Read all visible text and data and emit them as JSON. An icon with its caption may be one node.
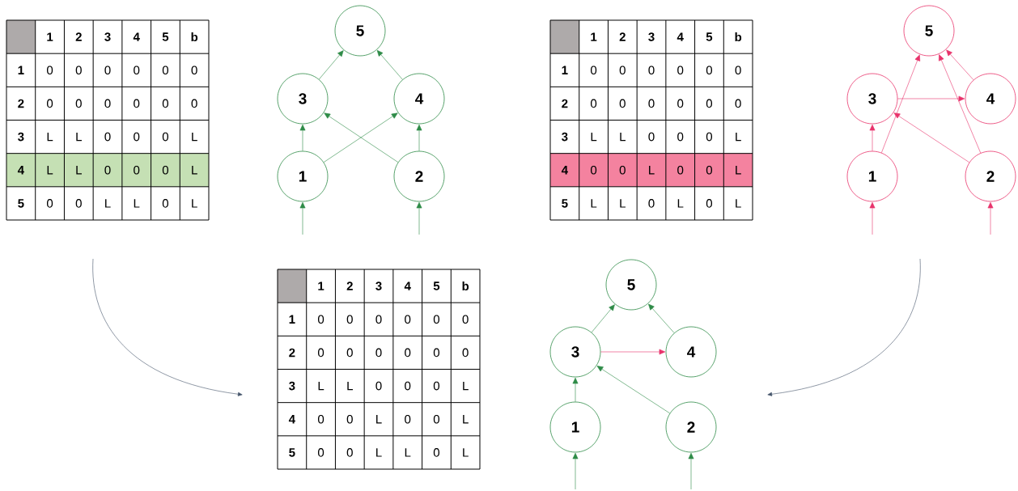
{
  "diagram": {
    "nodes": [
      {
        "text": [
          "1"
        ]
      },
      {
        "text": [
          "2"
        ]
      },
      {
        "text": [
          "3"
        ]
      },
      {
        "text": [
          "4"
        ]
      },
      {
        "text": [
          "5"
        ]
      },
      {
        "text": [
          "1"
        ]
      },
      {
        "text": [
          "2"
        ]
      },
      {
        "text": [
          "3"
        ]
      },
      {
        "text": [
          "4"
        ]
      },
      {
        "text": [
          "5"
        ]
      },
      {
        "text": [
          "1"
        ]
      },
      {
        "text": [
          "2"
        ]
      },
      {
        "text": [
          "3"
        ]
      },
      {
        "text": [
          "4"
        ]
      },
      {
        "text": [
          "5"
        ]
      }
    ],
    "edges": [
      {
        "from": null,
        "to": 0,
        "arrow": "to"
      },
      {
        "from": null,
        "to": 1,
        "arrow": "to"
      },
      {
        "from": 0,
        "to": 2,
        "arrow": "to"
      },
      {
        "from": 0,
        "to": 3,
        "arrow": "to"
      },
      {
        "from": 1,
        "to": 2,
        "arrow": "to"
      },
      {
        "from": 1,
        "to": 3,
        "arrow": "to"
      },
      {
        "from": 2,
        "to": 4,
        "arrow": "to"
      },
      {
        "from": 3,
        "to": 4,
        "arrow": "to"
      },
      {
        "from": null,
        "to": 5,
        "arrow": "to",
        "color": "#e8336b"
      },
      {
        "from": null,
        "to": 6,
        "arrow": "to",
        "color": "#e8336b"
      },
      {
        "from": 5,
        "to": 7,
        "arrow": "to",
        "color": "#e8336b"
      },
      {
        "from": 5,
        "to": 9,
        "arrow": "to",
        "color": "#e8336b"
      },
      {
        "from": 6,
        "to": 7,
        "arrow": "to",
        "color": "#e8336b"
      },
      {
        "from": 6,
        "to": 9,
        "arrow": "to",
        "color": "#e8336b"
      },
      {
        "from": 7,
        "to": 8,
        "arrow": "to",
        "color": "#e8336b"
      },
      {
        "from": 8,
        "to": 9,
        "arrow": "to",
        "color": "#e8336b"
      },
      {
        "from": null,
        "to": 10,
        "arrow": "to"
      },
      {
        "from": null,
        "to": 11,
        "arrow": "to"
      },
      {
        "from": 10,
        "to": 12,
        "arrow": "to"
      },
      {
        "from": 11,
        "to": 12,
        "arrow": "to"
      },
      {
        "from": 12,
        "to": 13,
        "arrow": "to",
        "color": "#e8336b"
      },
      {
        "from": 12,
        "to": 14,
        "arrow": "to"
      },
      {
        "from": 13,
        "to": 14,
        "arrow": "to"
      }
    ],
    "labels": [
      "1",
      "2",
      "3",
      "4",
      "5",
      "b",
      "1",
      "0",
      "0",
      "0",
      "0",
      "0",
      "0",
      "2",
      "0",
      "0",
      "0",
      "0",
      "0",
      "0",
      "3",
      "L",
      "L",
      "0",
      "0",
      "0",
      "L",
      "4",
      "L",
      "L",
      "0",
      "0",
      "0",
      "L",
      "5",
      "0",
      "0",
      "L",
      "L",
      "0",
      "L",
      "1",
      "2",
      "3",
      "4",
      "5",
      "b",
      "1",
      "0",
      "0",
      "0",
      "0",
      "0",
      "0",
      "2",
      "0",
      "0",
      "0",
      "0",
      "0",
      "0",
      "3",
      "L",
      "L",
      "0",
      "0",
      "0",
      "L",
      "4",
      "0",
      "0",
      "L",
      "0",
      "0",
      "L",
      "5",
      "L",
      "L",
      "0",
      "L",
      "0",
      "L",
      "1",
      "2",
      "3",
      "4",
      "5",
      "b",
      "1",
      "0",
      "0",
      "0",
      "0",
      "0",
      "0",
      "2",
      "0",
      "0",
      "0",
      "0",
      "0",
      "0",
      "3",
      "L",
      "L",
      "0",
      "0",
      "0",
      "L",
      "4",
      "0",
      "0",
      "L",
      "0",
      "0",
      "L",
      "5",
      "0",
      "0",
      "L",
      "L",
      "0",
      "L"
    ]
  }
}
